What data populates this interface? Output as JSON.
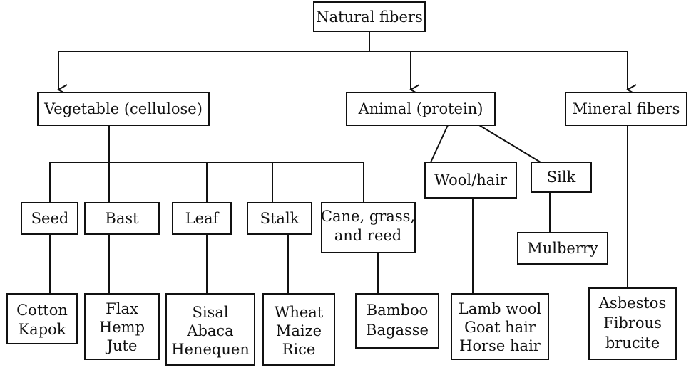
{
  "root": "Natural fibers",
  "categories": {
    "vegetable": "Vegetable (cellulose)",
    "animal": "Animal (protein)",
    "mineral": "Mineral fibers"
  },
  "vegetable_types": {
    "seed": "Seed",
    "bast": "Bast",
    "leaf": "Leaf",
    "stalk": "Stalk",
    "cane": [
      "Cane, grass,",
      "and reed"
    ]
  },
  "animal_types": {
    "wool": "Wool/hair",
    "silk": "Silk"
  },
  "silk_types": {
    "mulberry": "Mulberry"
  },
  "examples": {
    "seed": [
      "Cotton",
      "Kapok"
    ],
    "bast": [
      "Flax",
      "Hemp",
      "Jute"
    ],
    "leaf": [
      "Sisal",
      "Abaca",
      "Henequen"
    ],
    "stalk": [
      "Wheat",
      "Maize",
      "Rice"
    ],
    "cane": [
      "Bamboo",
      "Bagasse"
    ],
    "wool": [
      "Lamb wool",
      "Goat hair",
      "Horse hair"
    ],
    "mineral": [
      "Asbestos",
      "Fibrous",
      "brucite"
    ]
  }
}
